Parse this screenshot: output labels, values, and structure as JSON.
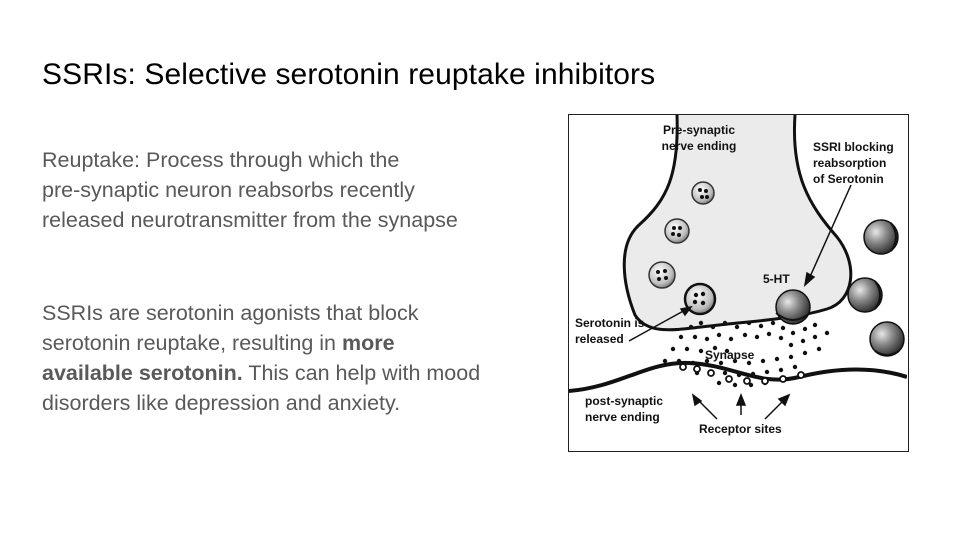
{
  "slide": {
    "title": "SSRIs: Selective serotonin reuptake inhibitors",
    "paragraph1": {
      "lines": [
        "Reuptake: Process through which the",
        "pre-synaptic neuron reabsorbs recently",
        "released neurotransmitter from the synapse"
      ]
    },
    "paragraph2": {
      "lines": [
        "SSRIs are serotonin agonists that block",
        "serotonin reuptake, resulting in "
      ],
      "bold": [
        "more",
        "available serotonin."
      ],
      "after_bold": " This can help with mood",
      "last_line": "disorders like depression and anxiety."
    }
  },
  "diagram": {
    "labels": {
      "pre_synaptic_1": "Pre-synaptic",
      "pre_synaptic_2": "nerve ending",
      "ssri_1": "SSRI blocking",
      "ssri_2": "reabsorption",
      "ssri_3": "of Serotonin",
      "five_ht": "5-HT",
      "serotonin_1": "Serotonin is",
      "serotonin_2": "released",
      "synapse": "Synapse",
      "post_synaptic_1": "post-synaptic",
      "post_synaptic_2": "nerve ending",
      "receptor_sites": "Receptor sites"
    }
  }
}
